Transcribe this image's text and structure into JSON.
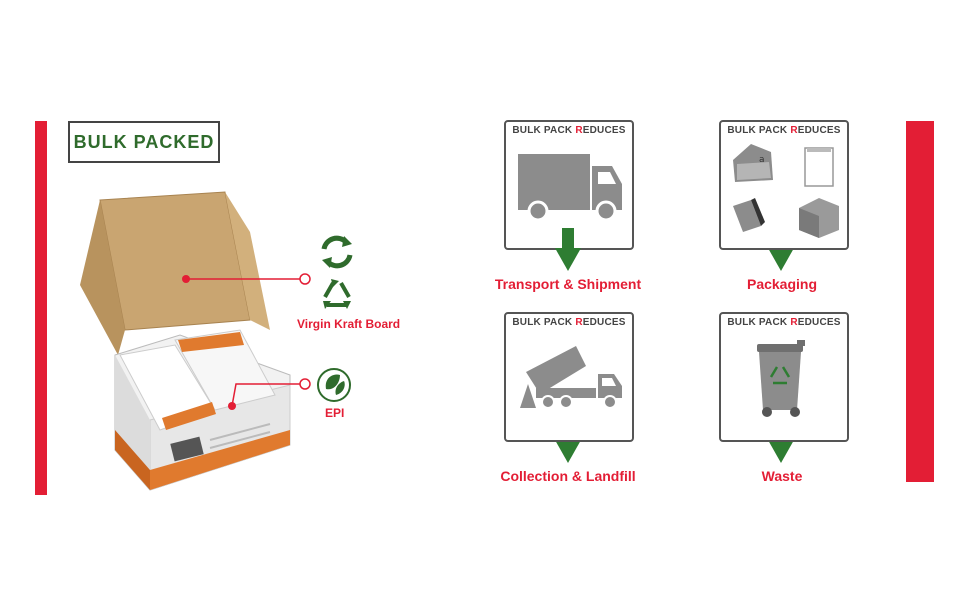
{
  "badge": {
    "text": "BULK PACKED"
  },
  "materials": [
    {
      "label": "Virgin Kraft Board",
      "icon": "recycle-icon"
    },
    {
      "label": "EPI",
      "icon": "eco-leaf-icon"
    }
  ],
  "tile_heading": {
    "prefix": "BULK PACK ",
    "highlight": "R",
    "suffix": "EDUCES"
  },
  "benefits": [
    {
      "caption": "Transport & Shipment",
      "icon": "truck-icon"
    },
    {
      "caption": "Packaging",
      "icon": "packaging-icon"
    },
    {
      "caption": "Collection & Landfill",
      "icon": "dump-truck-icon"
    },
    {
      "caption": "Waste",
      "icon": "recycle-bin-icon"
    }
  ],
  "colors": {
    "accent_red": "#e31e35",
    "green": "#2f6b2c",
    "arrow_green": "#2e7d32",
    "icon_gray": "#8c8c8c",
    "kraft": "#c9a571"
  }
}
